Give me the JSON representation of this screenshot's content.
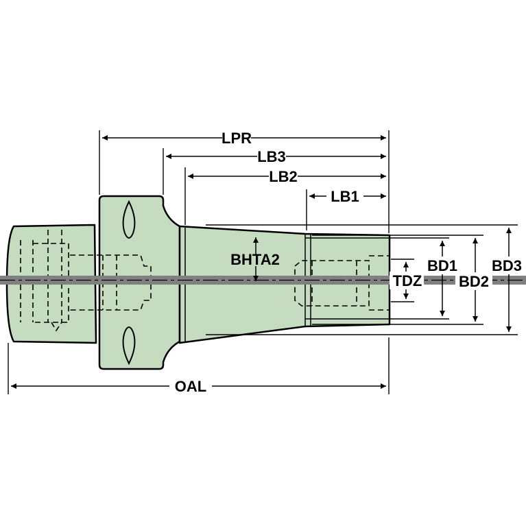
{
  "labels": {
    "lpr": "LPR",
    "lb3": "LB3",
    "lb2": "LB2",
    "lb1": "LB1",
    "bhta2": "BHTA2",
    "tdz": "TDZ",
    "bd1": "BD1",
    "bd2": "BD2",
    "bd3": "BD3",
    "oal": "OAL"
  },
  "colors": {
    "body_fill": "#c5dcc0",
    "outline": "#000000",
    "centerline": "#808080",
    "background": "#ffffff"
  }
}
